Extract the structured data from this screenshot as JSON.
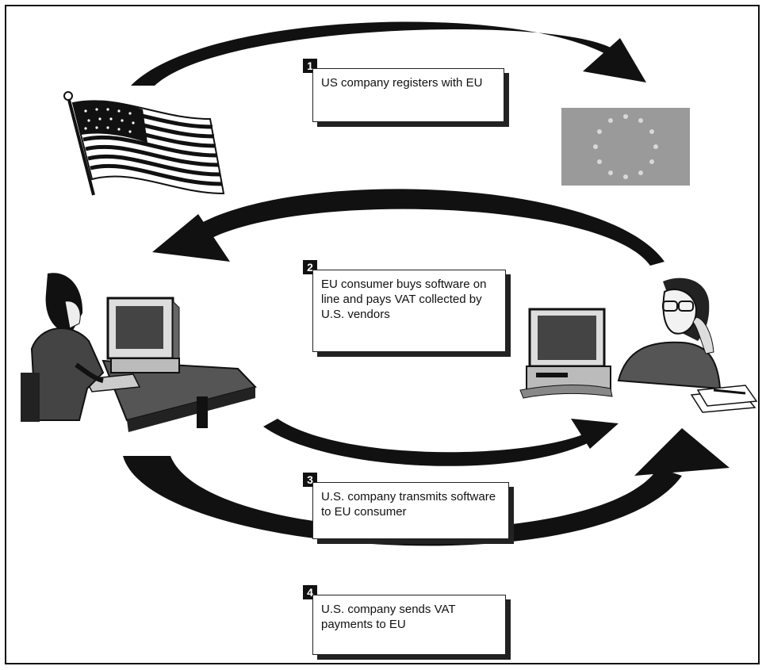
{
  "steps": [
    {
      "number": "1",
      "text": "US company registers with EU"
    },
    {
      "number": "2",
      "text": "EU consumer buys software on line and pays VAT collected by U.S. vendors"
    },
    {
      "number": "3",
      "text": "U.S. company transmits software to EU consumer"
    },
    {
      "number": "4",
      "text": "U.S. company sends VAT payments to EU"
    }
  ],
  "colors": {
    "ink": "#111111",
    "eu_flag": "#9a9a9a",
    "paper": "#ffffff"
  }
}
